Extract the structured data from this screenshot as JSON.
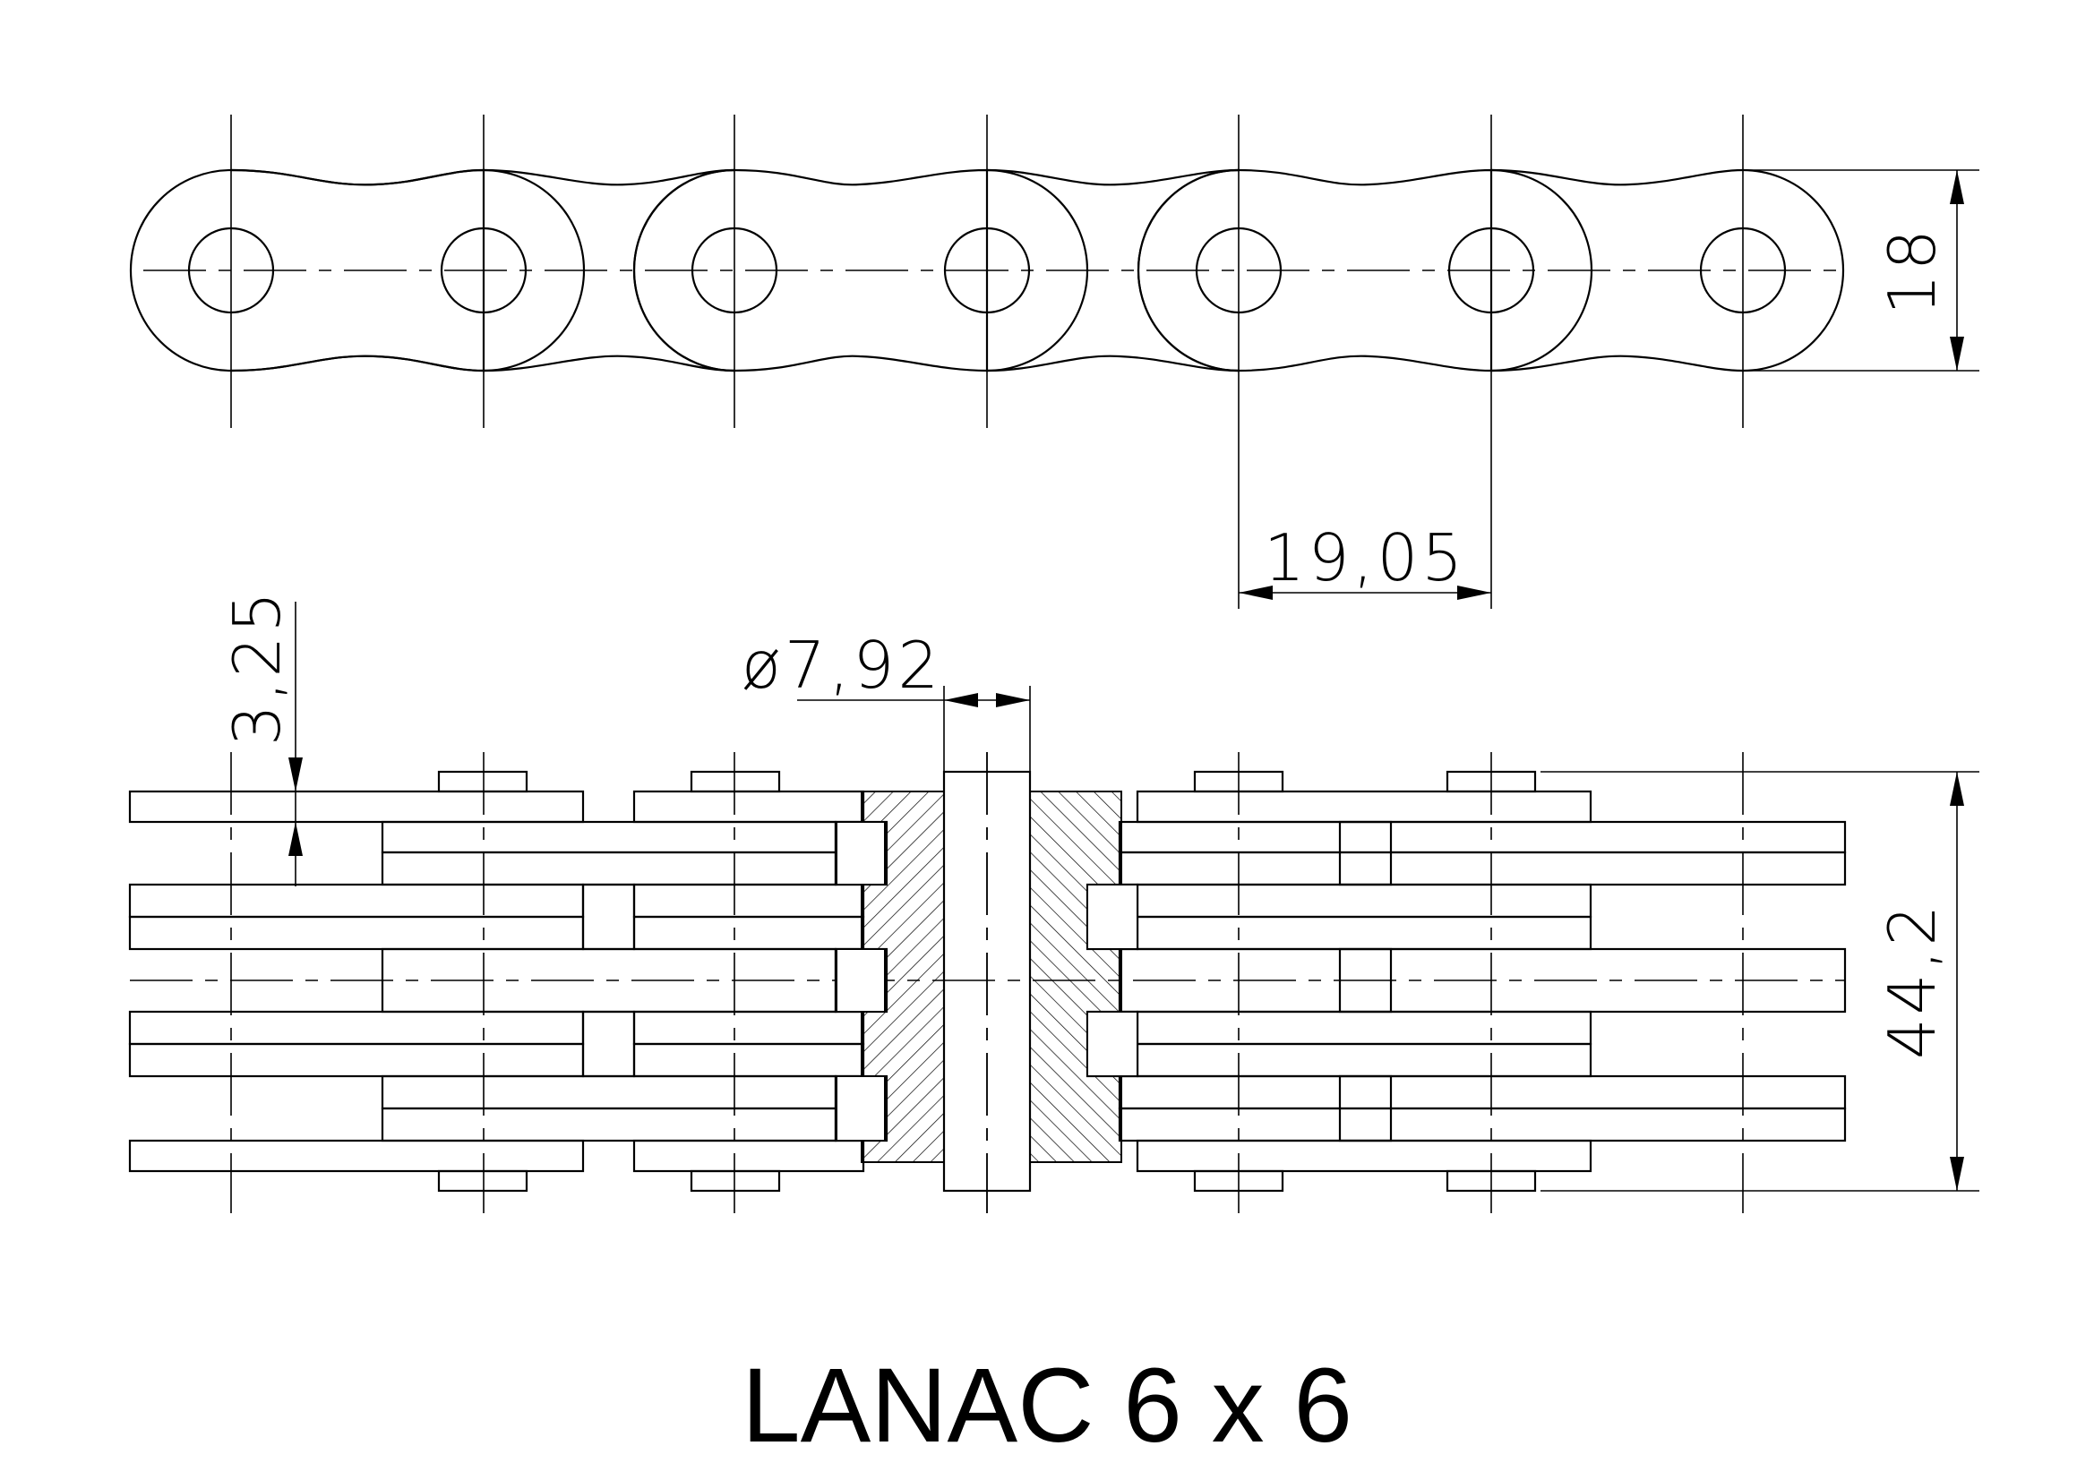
{
  "drawing": {
    "title": "LANAC 6 x 6",
    "dimensions": {
      "plate_height": "18",
      "pitch": "19,05",
      "plate_thickness": "3,25",
      "pin_diameter": "ø7,92",
      "overall_width": "44,2"
    }
  }
}
